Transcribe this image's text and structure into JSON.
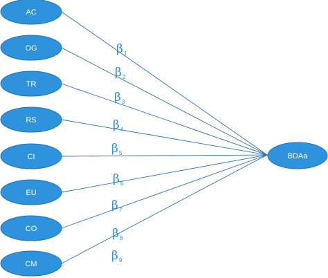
{
  "colors": {
    "node_fill": "#2e93dc",
    "node_stroke": "#1f75b8",
    "edge": "#2a6fb0",
    "beta_text": "#2b8bd6",
    "node_text": "#ffffff",
    "background": "#ffffff"
  },
  "nodes": {
    "sources": [
      "AC",
      "OG",
      "TR",
      "RS",
      "CI",
      "EU",
      "CO",
      "CM"
    ],
    "target": "BDAa"
  },
  "coefficients": [
    {
      "symbol": "β",
      "sub": "1"
    },
    {
      "symbol": "β",
      "sub": "2"
    },
    {
      "symbol": "β",
      "sub": "3"
    },
    {
      "symbol": "β",
      "sub": "4"
    },
    {
      "symbol": "β",
      "sub": "5"
    },
    {
      "symbol": "β",
      "sub": "6"
    },
    {
      "symbol": "β",
      "sub": "7"
    },
    {
      "symbol": "β",
      "sub": "8"
    },
    {
      "symbol": "β",
      "sub": "9"
    }
  ]
}
